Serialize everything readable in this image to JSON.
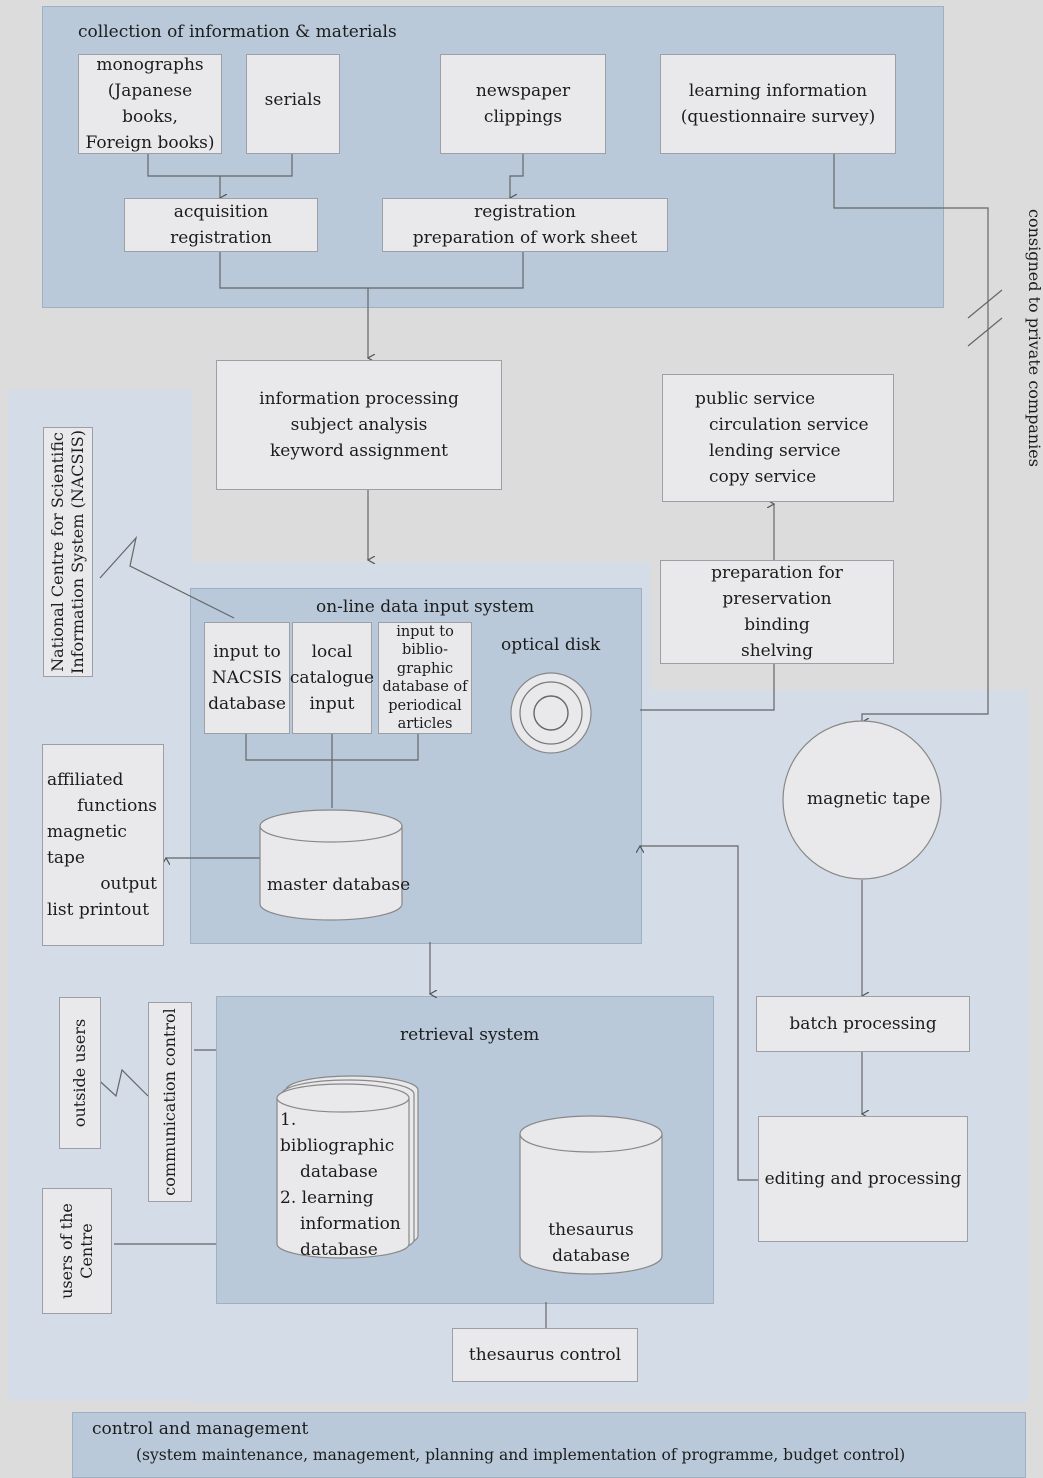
{
  "collection": {
    "title": "collection of information & materials",
    "monographs": [
      "monographs",
      "(Japanese books,",
      "Foreign books)"
    ],
    "serials": "serials",
    "newspaper": [
      "newspaper",
      "clippings"
    ],
    "learning": [
      "learning information",
      "(questionnaire survey)"
    ],
    "acquisition": [
      "acquisition",
      "registration"
    ],
    "registration": [
      "registration",
      "preparation of work sheet"
    ]
  },
  "side_label": "consigned to private companies",
  "nacsis_label": [
    "National Centre for Scientific",
    "Information System (NACSIS)"
  ],
  "processing": [
    "information processing",
    "subject analysis",
    "keyword assignment"
  ],
  "public_service": [
    "public service",
    "circulation service",
    "lending service",
    "copy service"
  ],
  "preservation": [
    "preparation for preservation",
    "binding",
    "shelving"
  ],
  "online": {
    "title": "on-line data input system",
    "nacsis_input": [
      "input to",
      "NACSIS",
      "database"
    ],
    "local_input": [
      "local",
      "catalogue",
      "input"
    ],
    "periodical_input": [
      "input to",
      "biblio-",
      "graphic",
      "database of",
      "periodical",
      "articles"
    ],
    "optical_disk": "optical disk",
    "master_db": "master database"
  },
  "affiliated": [
    "affiliated",
    "functions",
    "magnetic tape",
    "output",
    "list printout"
  ],
  "magnetic_tape": "magnetic tape",
  "batch": "batch processing",
  "editing": "editing and processing",
  "retrieval": {
    "title": "retrieval system",
    "biblio_db": [
      "1. bibliographic",
      "database",
      "2. learning",
      "information",
      "database"
    ],
    "thesaurus_db": [
      "thesaurus",
      "database"
    ]
  },
  "outside_users": "outside users",
  "comm_control": "communication control",
  "centre_users": [
    "users of the",
    "Centre"
  ],
  "thesaurus_control": "thesaurus control",
  "control": {
    "title": "control and management",
    "detail": "(system maintenance, management, planning and implementation of programme, budget control)"
  },
  "colors": {
    "page": "#dcdcdc",
    "light_blue": "#d3dce7",
    "mid_blue": "#b9c9da",
    "box": "#e9e9eb"
  }
}
